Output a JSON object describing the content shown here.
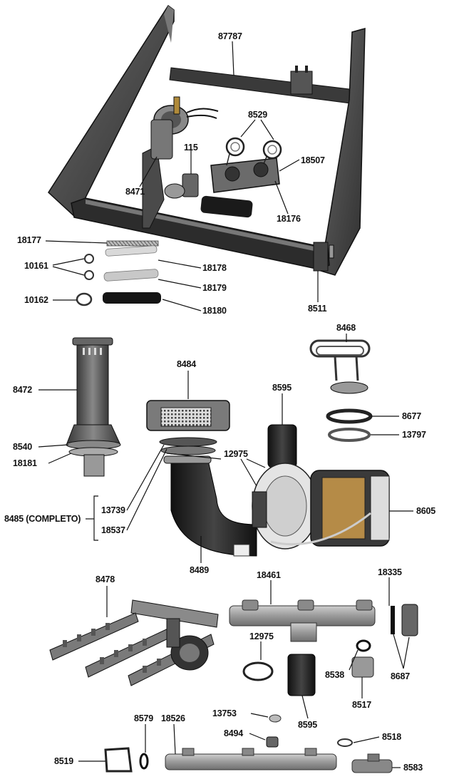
{
  "labels": {
    "l87787": "87787",
    "l8529": "8529",
    "l115": "115",
    "l18507": "18507",
    "l8471": "8471",
    "l18176": "18176",
    "l18177": "18177",
    "l10161": "10161",
    "l18178": "18178",
    "l18179": "18179",
    "l10162": "10162",
    "l18180": "18180",
    "l8511": "8511",
    "l8468": "8468",
    "l8472": "8472",
    "l8484": "8484",
    "l8595a": "8595",
    "l8677": "8677",
    "l13797": "13797",
    "l8540": "8540",
    "l18181": "18181",
    "l12975a": "12975",
    "l13739": "13739",
    "l8485": "8485 (COMPLETO)",
    "l18537": "18537",
    "l8605": "8605",
    "l8489": "8489",
    "l8478": "8478",
    "l18461": "18461",
    "l18335": "18335",
    "l12975b": "12975",
    "l8538": "8538",
    "l8687": "8687",
    "l8517": "8517",
    "l8595b": "8595",
    "l13753": "13753",
    "l8579": "8579",
    "l18526": "18526",
    "l8494": "8494",
    "l8518": "8518",
    "l8519": "8519",
    "l8583": "8583"
  }
}
